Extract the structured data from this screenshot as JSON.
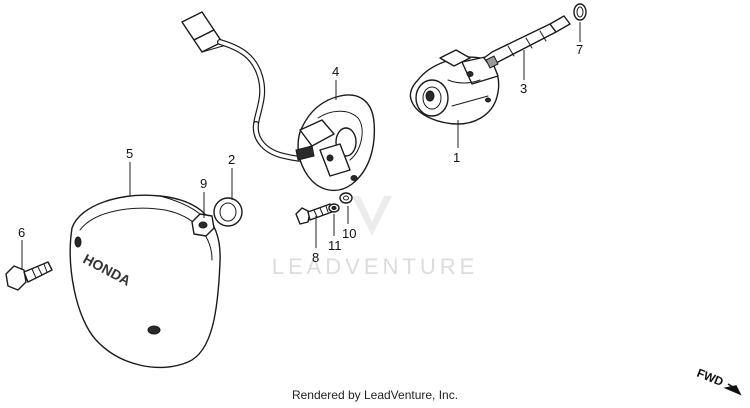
{
  "watermark": {
    "text": "LEADVENTURE"
  },
  "cover_lettering": "HONDA",
  "callouts": [
    "1",
    "2",
    "3",
    "4",
    "5",
    "6",
    "7",
    "8",
    "9",
    "10",
    "11"
  ],
  "direction_label": "FWD",
  "footer": "Rendered by LeadVenture, Inc."
}
